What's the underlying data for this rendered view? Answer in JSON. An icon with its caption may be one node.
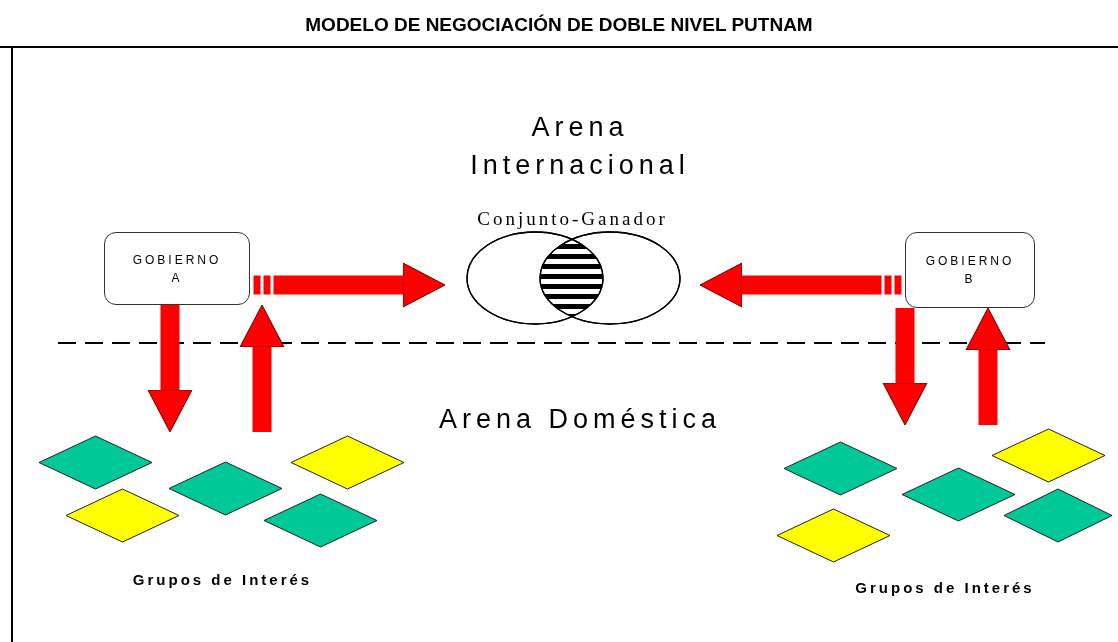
{
  "diagram": {
    "title": "MODELO DE NEGOCIACIÓN DE DOBLE NIVEL PUTNAM",
    "nodes": [
      {
        "text": [
          "GOBIERNO A"
        ]
      },
      {
        "text": [
          "GOBIERNO B"
        ]
      },
      {
        "text": [
          "Conjunto-Ganador"
        ]
      },
      {
        "text": [
          "Grupos de Interés"
        ]
      },
      {
        "text": [],
        "shape": "diamond",
        "in": 3
      },
      {
        "text": [],
        "shape": "diamond",
        "in": 3
      },
      {
        "text": [],
        "shape": "diamond",
        "in": 3
      },
      {
        "text": [],
        "shape": "diamond",
        "in": 3
      },
      {
        "text": [],
        "shape": "diamond",
        "in": 3
      },
      {
        "text": [
          "Grupos de Interés"
        ]
      },
      {
        "text": [],
        "shape": "diamond",
        "in": 9
      },
      {
        "text": [],
        "shape": "diamond",
        "in": 9
      },
      {
        "text": [],
        "shape": "diamond",
        "in": 9
      },
      {
        "text": [],
        "shape": "diamond",
        "in": 9
      },
      {
        "text": [],
        "shape": "diamond",
        "in": 9
      }
    ],
    "edges": [
      {
        "from": 0,
        "to": 2,
        "arrow": "to"
      },
      {
        "from": 1,
        "to": 2,
        "arrow": "to"
      },
      {
        "from": 0,
        "to": 3,
        "arrow": "to"
      },
      {
        "from": 3,
        "to": 0,
        "arrow": "to"
      },
      {
        "from": 1,
        "to": 9,
        "arrow": "to"
      },
      {
        "from": 9,
        "to": 1,
        "arrow": "to"
      }
    ],
    "labels": [
      "Arena Internacional",
      "Arena Doméstica"
    ]
  }
}
